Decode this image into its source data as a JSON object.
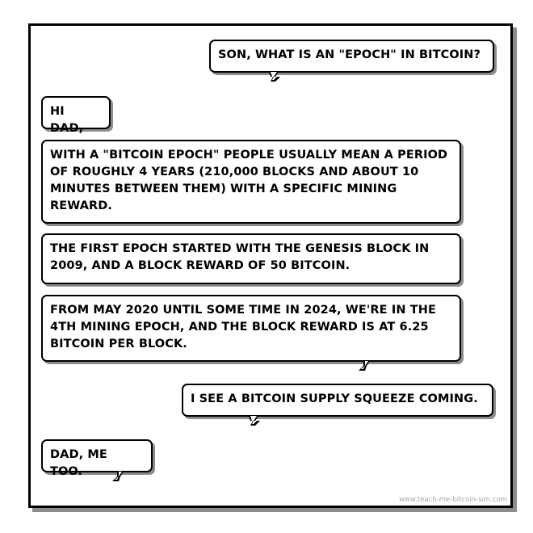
{
  "conversation": {
    "messages": [
      {
        "speaker": "son",
        "text": "SON, WHAT IS AN \"EPOCH\" IN BITCOIN?"
      },
      {
        "speaker": "dad",
        "text": "HI DAD,"
      },
      {
        "speaker": "dad",
        "text": "WITH A \"BITCOIN EPOCH\" PEOPLE USUALLY MEAN A PERIOD OF ROUGHLY 4 YEARS (210,000 BLOCKS AND ABOUT 10 MINUTES BETWEEN THEM) WITH A SPECIFIC MINING REWARD."
      },
      {
        "speaker": "dad",
        "text": "THE FIRST EPOCH STARTED WITH THE GENESIS BLOCK IN 2009, AND A BLOCK REWARD OF 50 BITCOIN."
      },
      {
        "speaker": "dad",
        "text": "FROM MAY 2020 UNTIL SOME TIME IN 2024, WE'RE IN THE 4TH MINING EPOCH, AND THE BLOCK REWARD IS AT 6.25 BITCOIN PER BLOCK."
      },
      {
        "speaker": "son",
        "text": "I SEE A BITCOIN SUPPLY SQUEEZE COMING."
      },
      {
        "speaker": "dad",
        "text": "DAD, ME TOO."
      }
    ]
  },
  "footer": {
    "watermark": "www.teach-me-bitcoin-son.com"
  },
  "colors": {
    "ink": "#000000",
    "shadow": "#8c8c8c",
    "paper": "#ffffff",
    "watermark": "#a8a8a8"
  }
}
